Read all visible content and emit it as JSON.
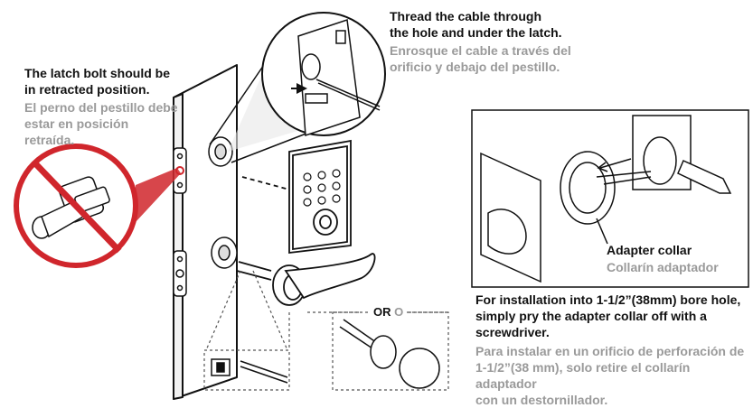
{
  "latch_note": {
    "en_line1": "The latch bolt should be",
    "en_line2": "in retracted position.",
    "es_line1": "El perno del pestillo debe",
    "es_line2": "estar en posición",
    "es_line3": "retraída."
  },
  "cable_note": {
    "en_line1": "Thread the cable through",
    "en_line2": "the hole and under the latch.",
    "es_line1": "Enrosque el cable a través del",
    "es_line2": "orificio y debajo del pestillo."
  },
  "collar": {
    "en": "Adapter collar",
    "es": "Collarín adaptador"
  },
  "bore_note": {
    "en_line1": "For installation into 1-1/2”(38mm) bore hole,",
    "en_line2": "simply pry the adapter collar off with a",
    "en_line3": "screwdriver.",
    "es_line1": "Para instalar en un orificio de perforación de",
    "es_line2": "1-1/2”(38 mm), solo retire el collarín adaptador",
    "es_line3": "con un destornillador."
  },
  "option": {
    "or": "OR",
    "o": "O"
  },
  "colors": {
    "prohibited": "#d0262c",
    "text_en": "#111111",
    "text_es": "#9a9a9a"
  }
}
